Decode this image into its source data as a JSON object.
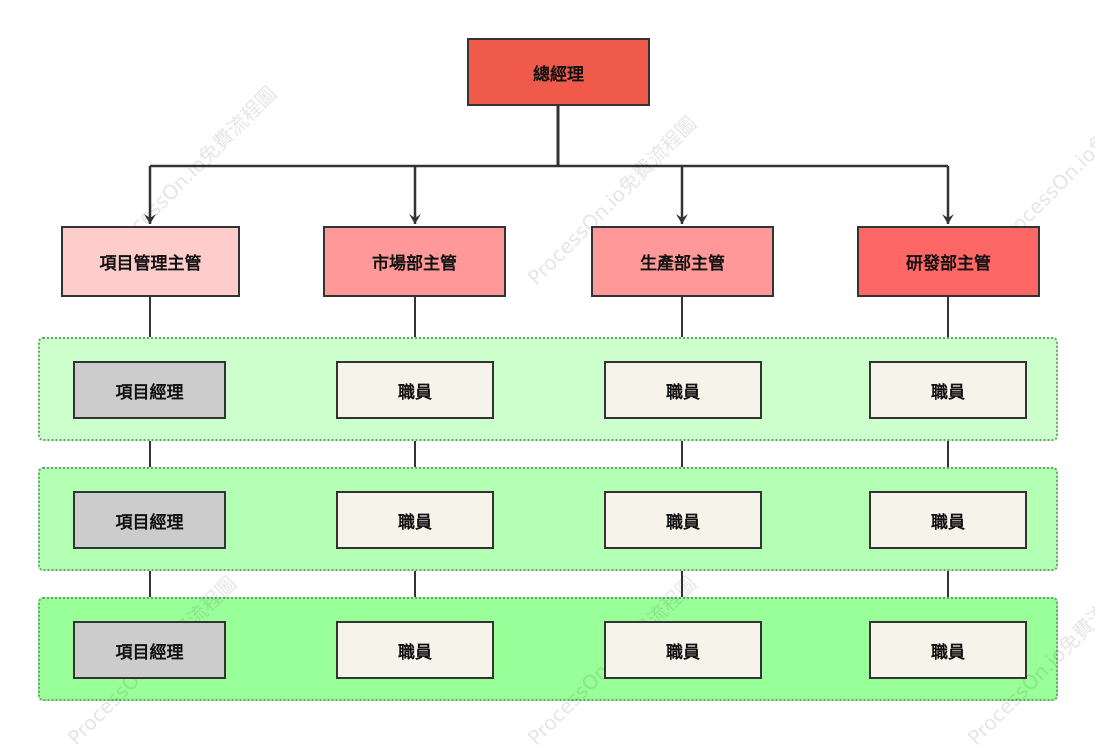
{
  "watermark": "ProcessOn.io免費流程圖",
  "colors": {
    "ceo": "#f05a4a",
    "pm_head": "#ffcccc",
    "market_head": "#ff9999",
    "prod_head": "#ff9999",
    "rd_head": "#ff6666",
    "pm": "#cccccc",
    "staff": "#f6f3ea",
    "band1": "#ccffcc",
    "band2": "#b3ffb3",
    "band3": "#99ff99",
    "line": "#333333"
  },
  "ceo": {
    "label": "總經理"
  },
  "heads": [
    {
      "label": "項目管理主管"
    },
    {
      "label": "市場部主管"
    },
    {
      "label": "生產部主管"
    },
    {
      "label": "研發部主管"
    }
  ],
  "rows": [
    {
      "cells": [
        "項目經理",
        "職員",
        "職員",
        "職員"
      ]
    },
    {
      "cells": [
        "項目經理",
        "職員",
        "職員",
        "職員"
      ]
    },
    {
      "cells": [
        "項目經理",
        "職員",
        "職員",
        "職員"
      ]
    }
  ]
}
